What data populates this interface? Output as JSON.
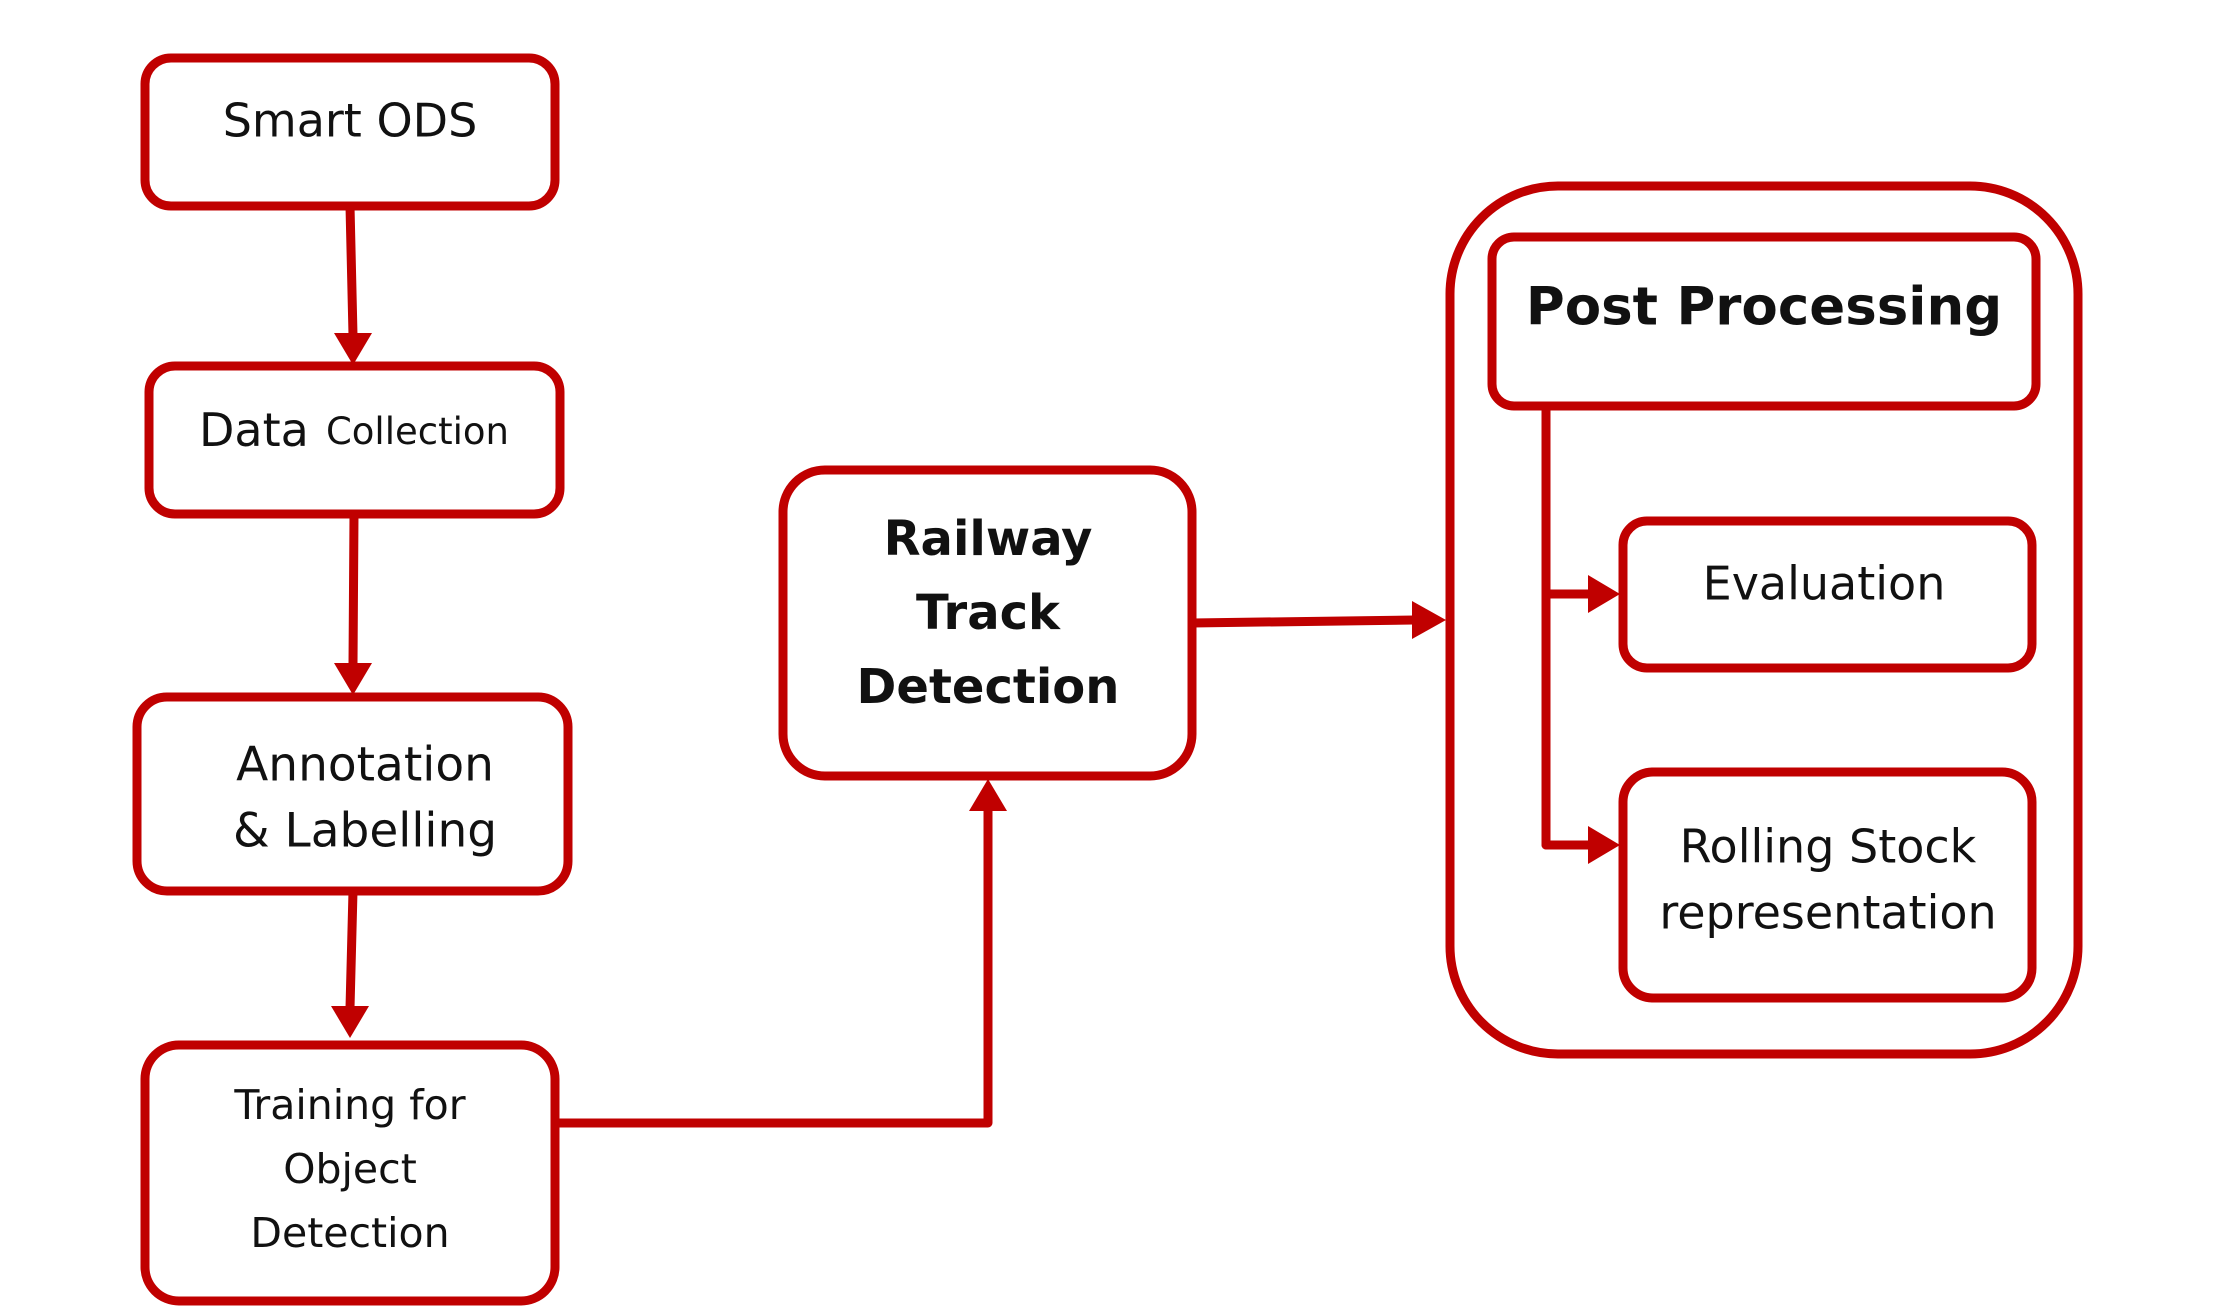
{
  "colors": {
    "accent": "#c00000",
    "text": "#111111",
    "background": "#ffffff"
  },
  "nodes": {
    "smart_ods": {
      "label": "Smart ODS"
    },
    "data_collection": {
      "label_main": "Data",
      "label_small": "Collection"
    },
    "annotation": {
      "line1": "Annotation",
      "line2": "& Labelling"
    },
    "training": {
      "line1": "Training for",
      "line2": "Object",
      "line3": "Detection"
    },
    "railway": {
      "line1": "Railway",
      "line2": "Track",
      "line3": "Detection"
    },
    "post_processing": {
      "title": "Post Processing",
      "evaluation": "Evaluation",
      "rolling_line1": "Rolling Stock",
      "rolling_line2": "representation"
    }
  }
}
